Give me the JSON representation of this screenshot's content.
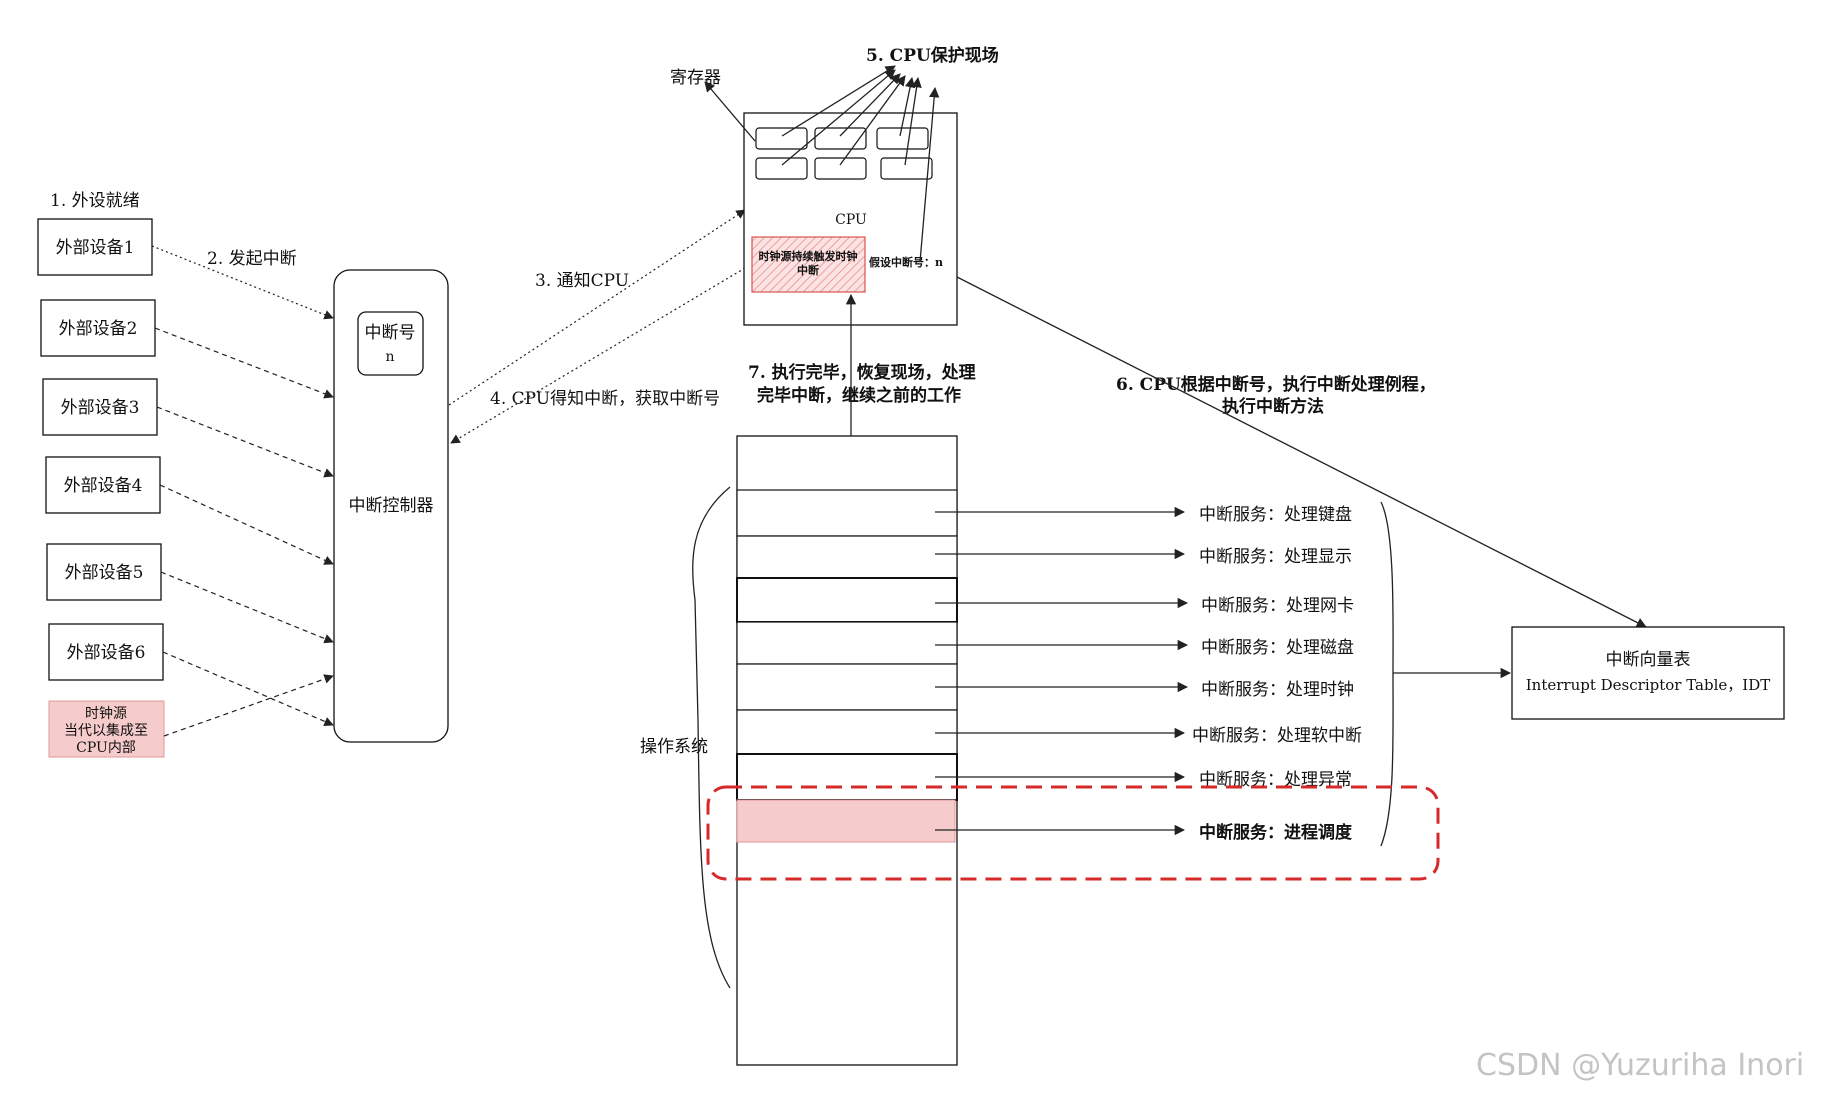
{
  "steps": {
    "s1": "1. 外设就绪",
    "s2": "2. 发起中断",
    "s3": "3. 通知CPU",
    "s4": "4. CPU得知中断，获取中断号",
    "s5": "5. CPU保护现场",
    "s6_line1": "6. CPU根据中断号，执行中断处理例程，",
    "s6_line2": "执行中断方法",
    "s7_line1": "7. 执行完毕，恢复现场，处理",
    "s7_line2": "完毕中断，继续之前的工作"
  },
  "devices": [
    "外部设备1",
    "外部设备2",
    "外部设备3",
    "外部设备4",
    "外部设备5",
    "外部设备6"
  ],
  "clock_source": [
    "时钟源",
    "当代以集成至",
    "CPU内部"
  ],
  "controller": {
    "label": "中断控制器",
    "irq_label": "中断号",
    "irq_value": "n"
  },
  "cpu": {
    "label": "CPU",
    "registers_label": "寄存器",
    "clock_note_line1": "时钟源持续触发时钟",
    "clock_note_line2": "中断",
    "assume_irq": "假设中断号：n"
  },
  "os": {
    "label": "操作系统"
  },
  "services": [
    "中断服务：处理键盘",
    "中断服务：处理显示",
    "中断服务：处理网卡",
    "中断服务：处理磁盘",
    "中断服务：处理时钟",
    "中断服务：处理软中断",
    "中断服务：处理异常",
    "中断服务：进程调度"
  ],
  "idt": {
    "title": "中断向量表",
    "subtitle": "Interrupt Descriptor Table，IDT"
  },
  "watermark": "CSDN @Yuzuriha  Inori"
}
